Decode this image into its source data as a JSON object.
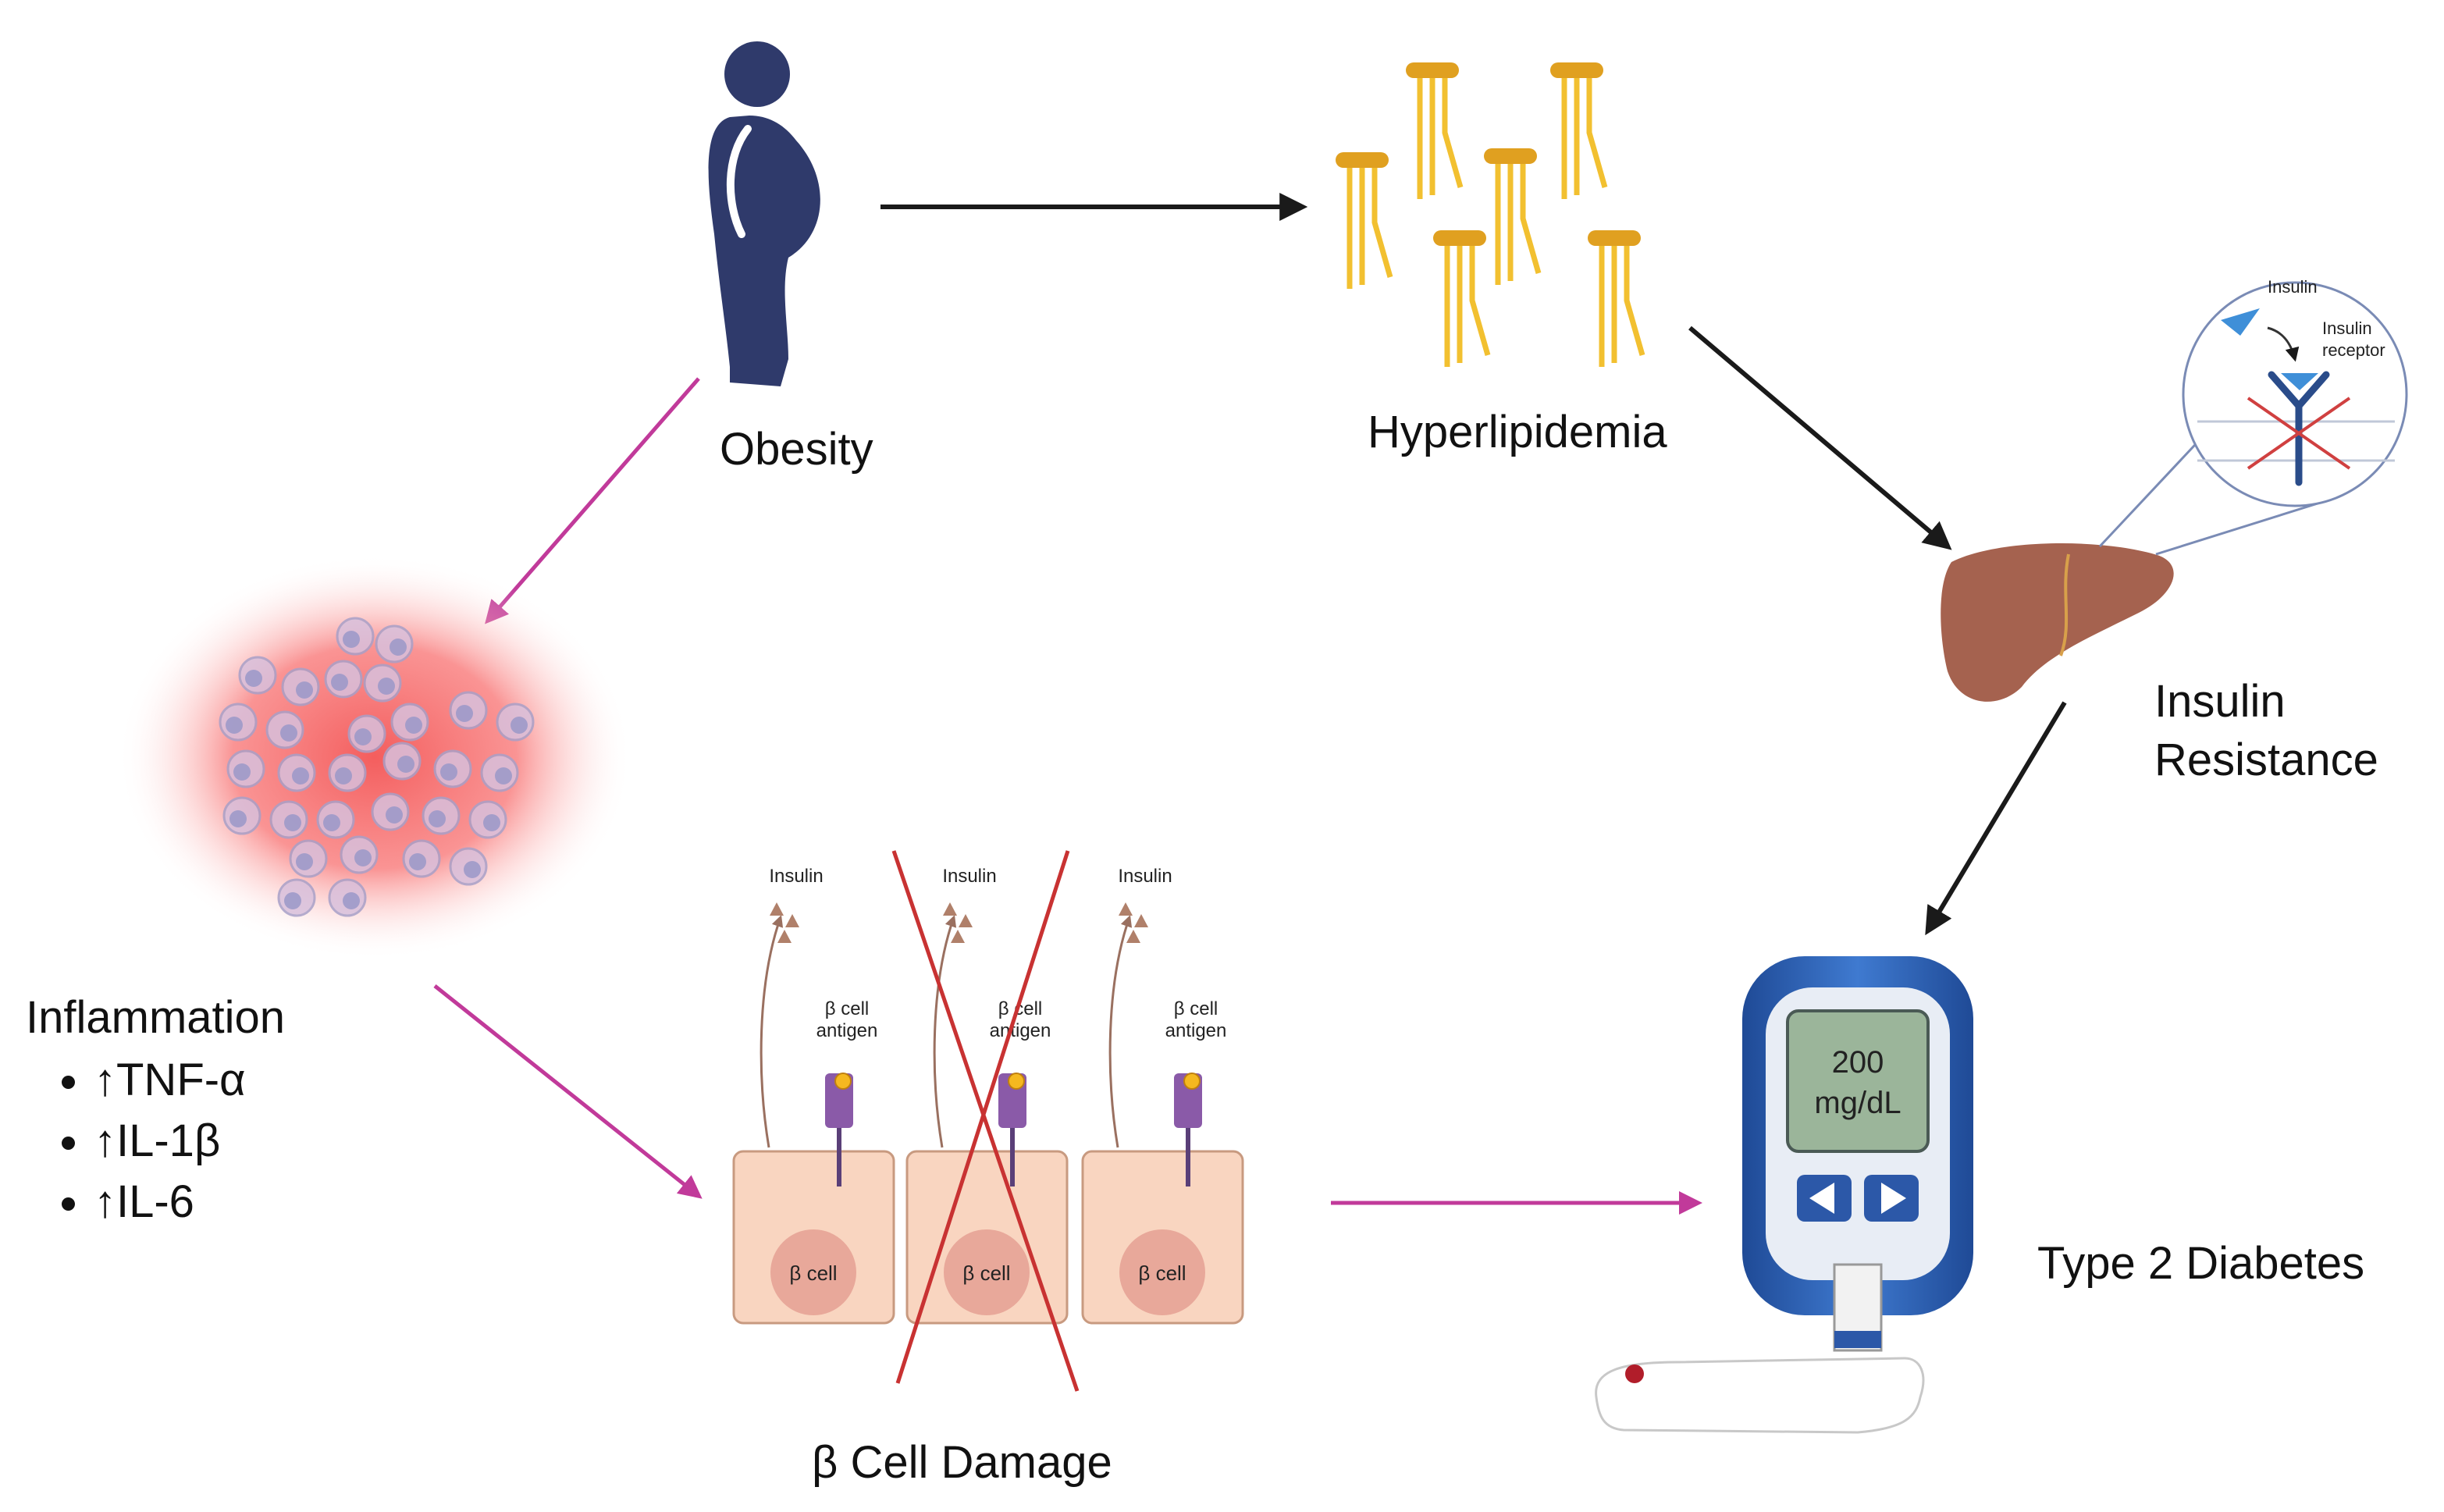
{
  "labels": {
    "obesity": "Obesity",
    "hyperlipidemia": "Hyperlipidemia",
    "insulin_resistance_line1": "Insulin",
    "insulin_resistance_line2": "Resistance",
    "inflammation": "Inflammation",
    "beta_cell_damage": "β Cell Damage",
    "type2_diabetes": "Type 2 Diabetes"
  },
  "inflammation_markers": [
    "↑TNF-α",
    "↑IL-1β",
    "↑IL-6"
  ],
  "receptor_inset": {
    "insulin": "Insulin",
    "receptor_line1": "Insulin",
    "receptor_line2": "receptor"
  },
  "beta_cells": [
    {
      "insulin": "Insulin",
      "antigen_line1": "β cell",
      "antigen_line2": "antigen",
      "cell": "β cell",
      "damaged": false
    },
    {
      "insulin": "Insulin",
      "antigen_line1": "β cell",
      "antigen_line2": "antigen",
      "cell": "β cell",
      "damaged": true
    },
    {
      "insulin": "Insulin",
      "antigen_line1": "β cell",
      "antigen_line2": "antigen",
      "cell": "β cell",
      "damaged": false
    }
  ],
  "glucometer": {
    "reading": "200",
    "unit": "mg/dL"
  },
  "colors": {
    "black_arrow": "#1a1a1a",
    "magenta_arrow": "#c13a9a",
    "person": "#2f3a6b",
    "lipid": "#f2c030",
    "lipid_head": "#e0a020",
    "liver": "#a5624f",
    "cell_fill": "#f9d5c0",
    "cell_nucleus": "#e8a89a",
    "red_cross": "#c83232",
    "meter_blue": "#2c58a8",
    "meter_screen": "#9bb59a"
  }
}
